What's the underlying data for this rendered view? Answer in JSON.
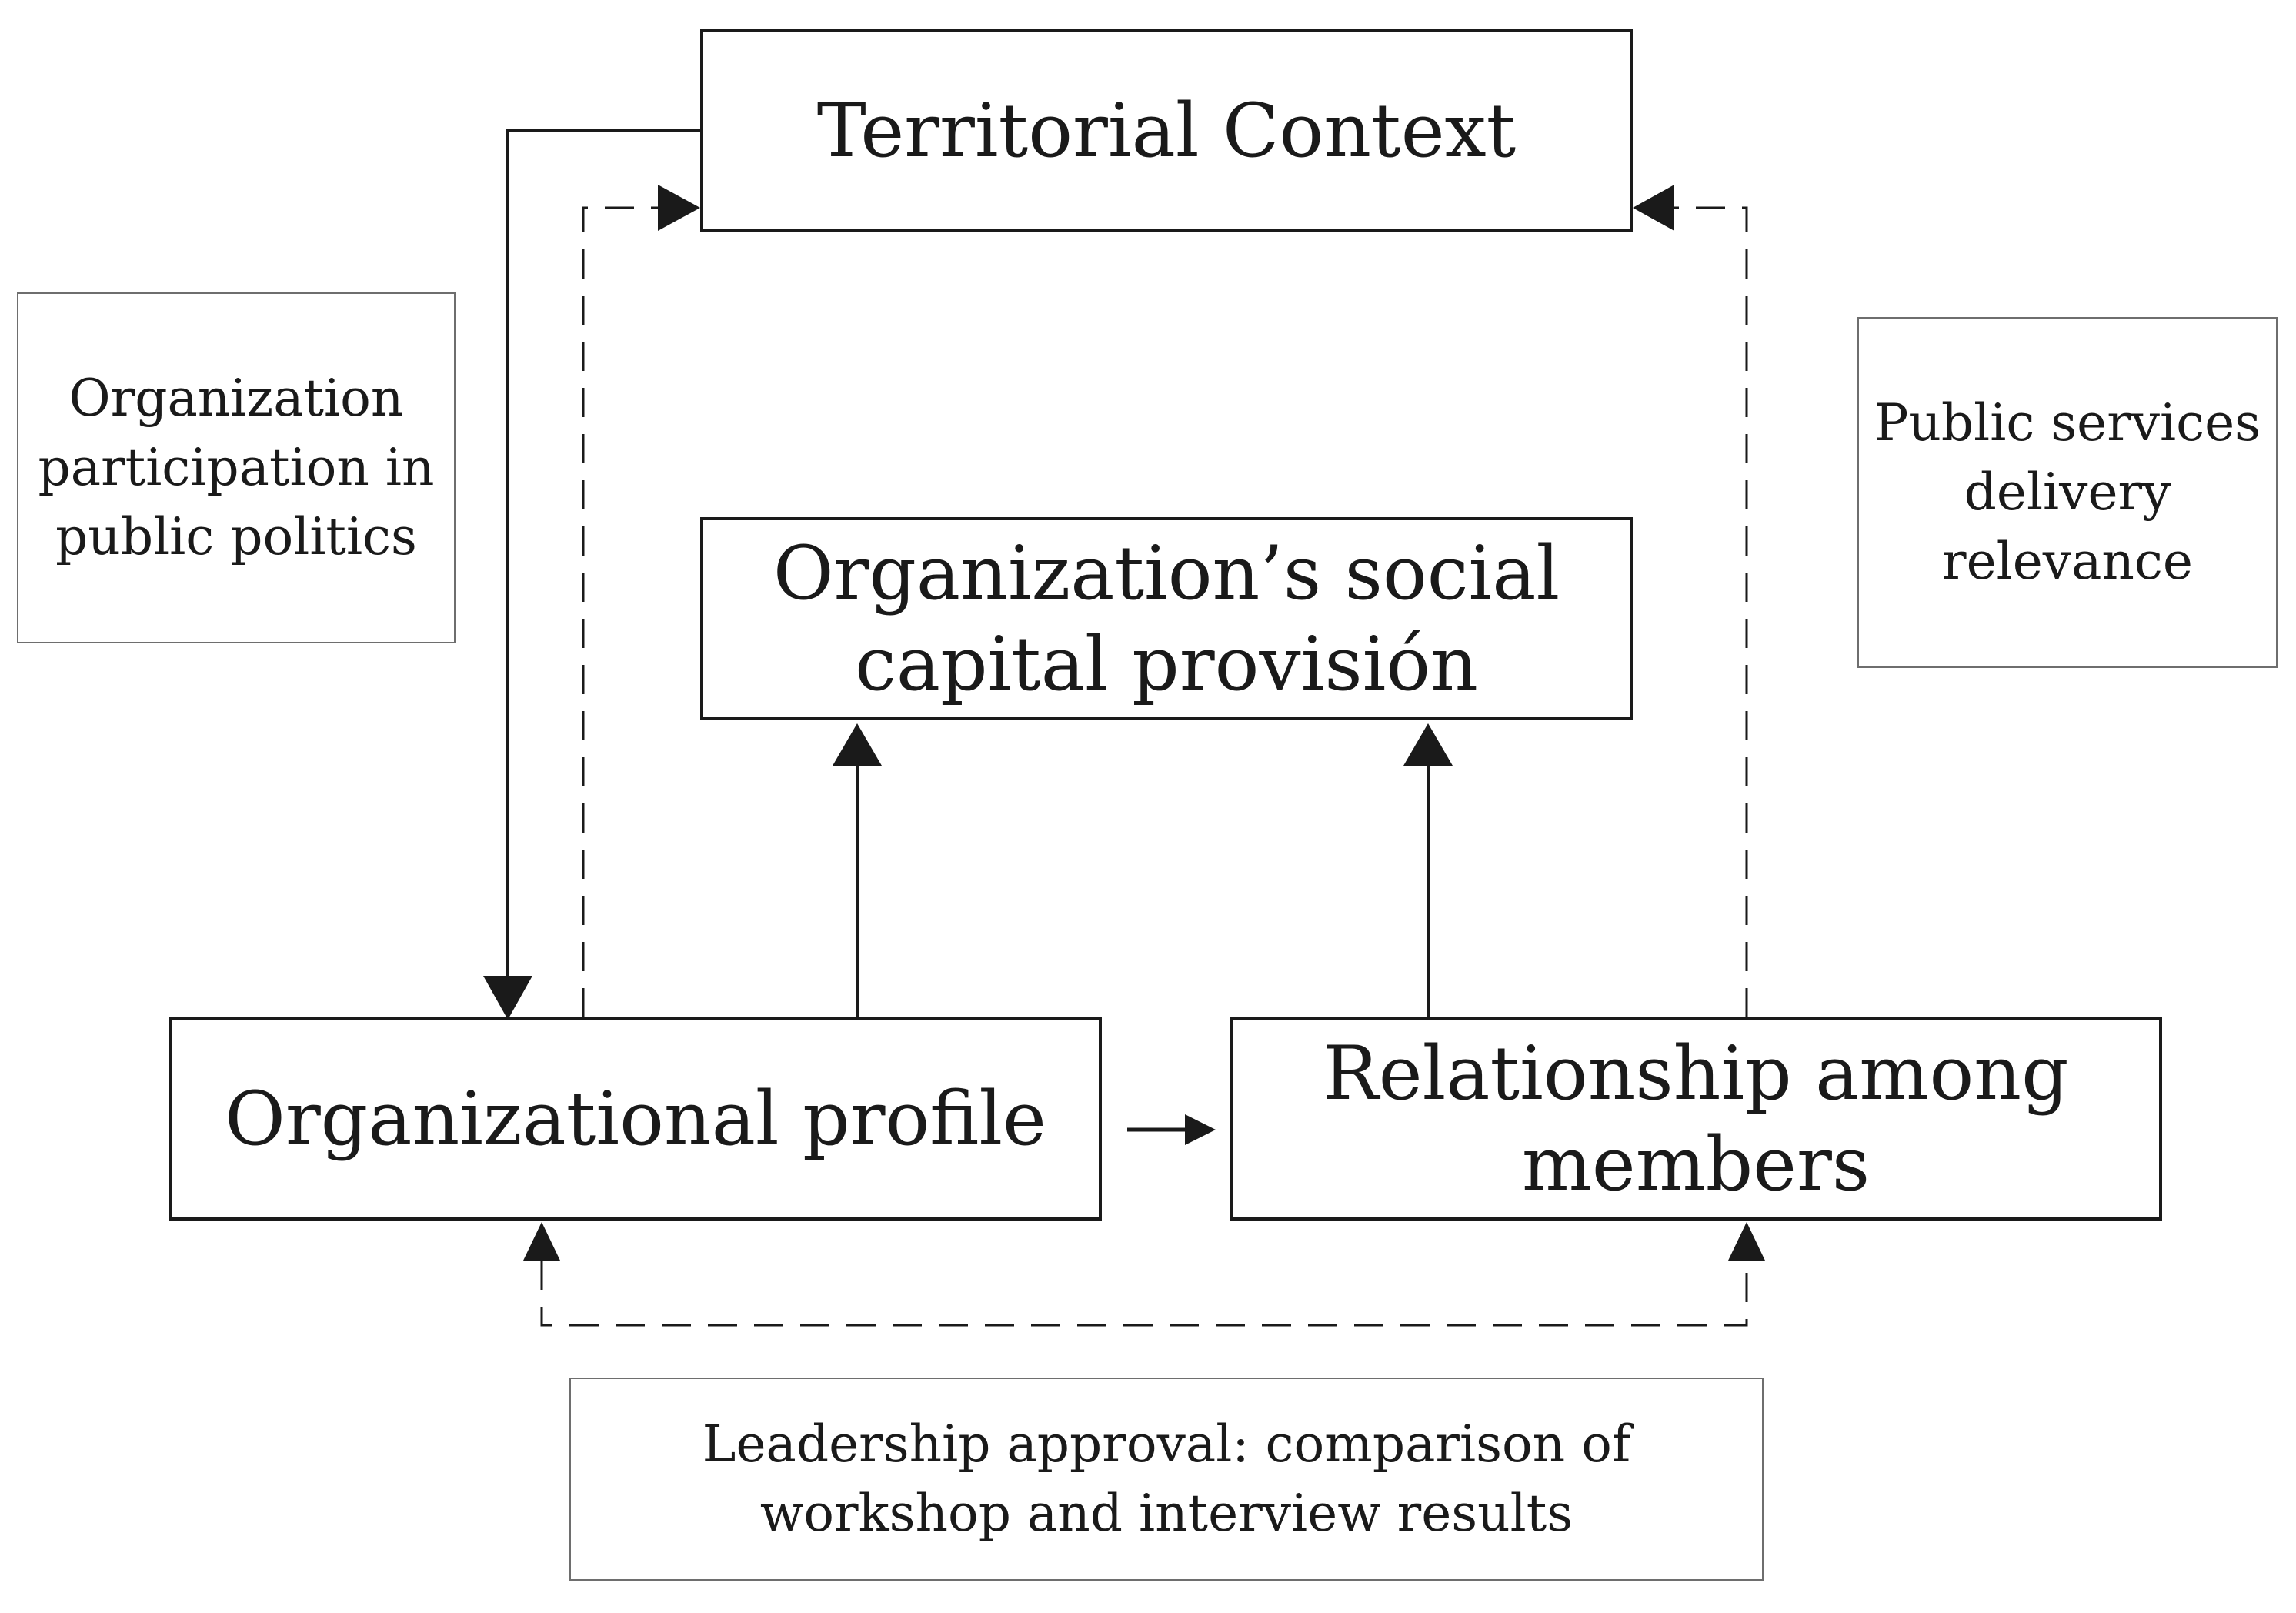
{
  "diagram": {
    "territorial_context": "Territorial Context",
    "social_capital": "Organization’s social\ncapital provisión",
    "organizational_profile": "Organizational profile",
    "relationship_members": "Relationship among\nmembers",
    "left_note": "Organization\nparticipation in\npublic politics",
    "right_note": "Public services\ndelivery\nrelevance",
    "bottom_note": "Leadership approval: comparison of\nworkshop and interview results"
  },
  "colors": {
    "stroke": "#1a1a1a",
    "note_border": "#6e6e6e",
    "background": "#ffffff"
  }
}
